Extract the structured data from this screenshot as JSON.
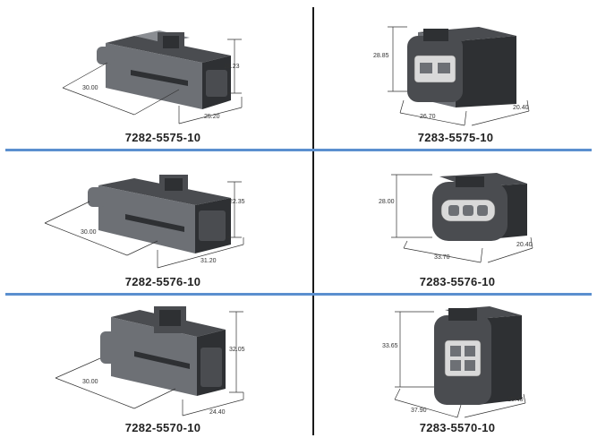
{
  "parts": [
    {
      "part_number": "7282-5575-10",
      "dims": [
        "30.00",
        "23.23",
        "25.20"
      ]
    },
    {
      "part_number": "7283-5575-10",
      "dims": [
        "28.85",
        "26.70",
        "20.40"
      ]
    },
    {
      "part_number": "7282-5576-10",
      "dims": [
        "30.00",
        "22.35",
        "31.20"
      ]
    },
    {
      "part_number": "7283-5576-10",
      "dims": [
        "28.00",
        "33.70",
        "20.40"
      ]
    },
    {
      "part_number": "7282-5570-10",
      "dims": [
        "30.00",
        "32.05",
        "24.40"
      ]
    },
    {
      "part_number": "7283-5570-10",
      "dims": [
        "33.65",
        "37.90",
        "20.40"
      ]
    }
  ],
  "colors": {
    "divider_blue": "#5b8fcf",
    "connector_body": "#4a4c50"
  }
}
